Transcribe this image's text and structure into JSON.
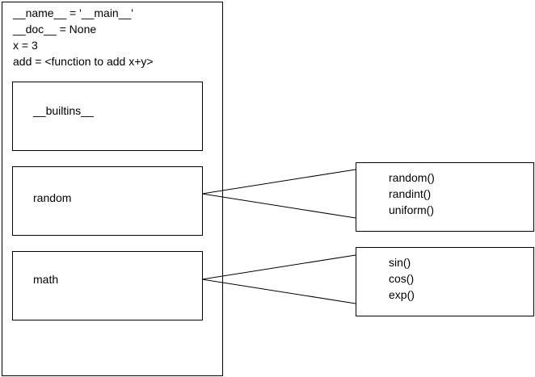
{
  "namespace": {
    "lines": [
      "__name__ = '__main__'",
      "__doc__ = None",
      "x = 3",
      "add = <function to add x+y>"
    ]
  },
  "modules": {
    "builtins": "__builtins__",
    "random": "random",
    "math": "math"
  },
  "random_members": [
    "random()",
    "randint()",
    "uniform()"
  ],
  "math_members": [
    "sin()",
    "cos()",
    "exp()"
  ]
}
